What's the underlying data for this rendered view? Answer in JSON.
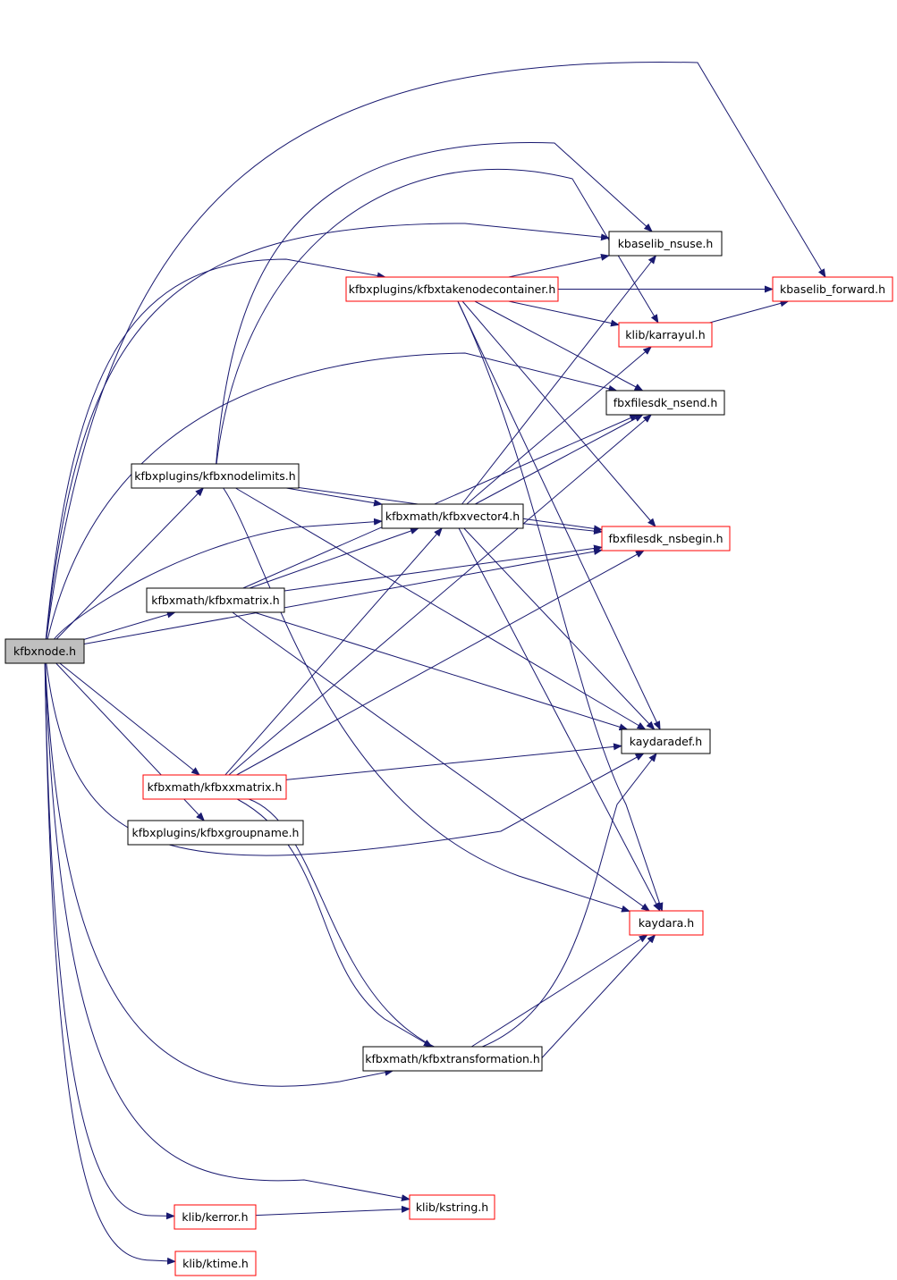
{
  "diagram": {
    "colors": {
      "edge": "#191970",
      "root_fill": "#bfbfbf",
      "linked_border": "#ff0000",
      "plain_border": "#000000"
    },
    "nodes": {
      "kfbxnode": {
        "label": "kfbxnode.h",
        "style": "root"
      },
      "nsuse": {
        "label": "kbaselib_nsuse.h",
        "style": "plain"
      },
      "forward": {
        "label": "kbaselib_forward.h",
        "style": "linked"
      },
      "takenode": {
        "label": "kfbxplugins/kfbxtakenodecontainer.h",
        "style": "linked"
      },
      "karrayul": {
        "label": "klib/karrayul.h",
        "style": "linked"
      },
      "nsend": {
        "label": "fbxfilesdk_nsend.h",
        "style": "plain"
      },
      "nodelimits": {
        "label": "kfbxplugins/kfbxnodelimits.h",
        "style": "plain"
      },
      "vector4": {
        "label": "kfbxmath/kfbxvector4.h",
        "style": "plain"
      },
      "nsbegin": {
        "label": "fbxfilesdk_nsbegin.h",
        "style": "linked"
      },
      "matrix": {
        "label": "kfbxmath/kfbxmatrix.h",
        "style": "plain"
      },
      "kaydaradef": {
        "label": "kaydaradef.h",
        "style": "plain"
      },
      "xmatrix": {
        "label": "kfbxmath/kfbxxmatrix.h",
        "style": "linked"
      },
      "groupname": {
        "label": "kfbxplugins/kfbxgroupname.h",
        "style": "plain"
      },
      "kaydara": {
        "label": "kaydara.h",
        "style": "linked"
      },
      "transformation": {
        "label": "kfbxmath/kfbxtransformation.h",
        "style": "plain"
      },
      "kstring": {
        "label": "klib/kstring.h",
        "style": "linked"
      },
      "kerror": {
        "label": "klib/kerror.h",
        "style": "linked"
      },
      "ktime": {
        "label": "klib/ktime.h",
        "style": "linked"
      }
    },
    "edges": [
      [
        "kfbxnode",
        "forward"
      ],
      [
        "kfbxnode",
        "nsuse"
      ],
      [
        "kfbxnode",
        "takenode"
      ],
      [
        "kfbxnode",
        "nsend"
      ],
      [
        "kfbxnode",
        "nodelimits"
      ],
      [
        "kfbxnode",
        "vector4"
      ],
      [
        "kfbxnode",
        "matrix"
      ],
      [
        "kfbxnode",
        "nsbegin"
      ],
      [
        "kfbxnode",
        "xmatrix"
      ],
      [
        "kfbxnode",
        "groupname"
      ],
      [
        "kfbxnode",
        "kaydaradef"
      ],
      [
        "kfbxnode",
        "transformation"
      ],
      [
        "kfbxnode",
        "kstring"
      ],
      [
        "kfbxnode",
        "kerror"
      ],
      [
        "kfbxnode",
        "ktime"
      ],
      [
        "takenode",
        "nsuse"
      ],
      [
        "takenode",
        "forward"
      ],
      [
        "takenode",
        "karrayul"
      ],
      [
        "takenode",
        "nsend"
      ],
      [
        "takenode",
        "nsbegin"
      ],
      [
        "takenode",
        "kaydaradef"
      ],
      [
        "takenode",
        "kaydara"
      ],
      [
        "karrayul",
        "forward"
      ],
      [
        "nodelimits",
        "nsuse"
      ],
      [
        "nodelimits",
        "karrayul"
      ],
      [
        "nodelimits",
        "vector4"
      ],
      [
        "nodelimits",
        "nsbegin"
      ],
      [
        "nodelimits",
        "kaydaradef"
      ],
      [
        "nodelimits",
        "kaydara"
      ],
      [
        "vector4",
        "nsuse"
      ],
      [
        "vector4",
        "karrayul"
      ],
      [
        "vector4",
        "nsend"
      ],
      [
        "vector4",
        "nsbegin"
      ],
      [
        "vector4",
        "kaydaradef"
      ],
      [
        "vector4",
        "kaydara"
      ],
      [
        "matrix",
        "vector4"
      ],
      [
        "matrix",
        "nsend"
      ],
      [
        "matrix",
        "nsbegin"
      ],
      [
        "matrix",
        "kaydaradef"
      ],
      [
        "matrix",
        "kaydara"
      ],
      [
        "xmatrix",
        "vector4"
      ],
      [
        "xmatrix",
        "nsend"
      ],
      [
        "xmatrix",
        "nsbegin"
      ],
      [
        "xmatrix",
        "kaydaradef"
      ],
      [
        "xmatrix",
        "kaydara"
      ],
      [
        "xmatrix",
        "transformation"
      ],
      [
        "transformation",
        "kaydaradef"
      ],
      [
        "transformation",
        "kaydara"
      ],
      [
        "kerror",
        "kstring"
      ]
    ]
  }
}
